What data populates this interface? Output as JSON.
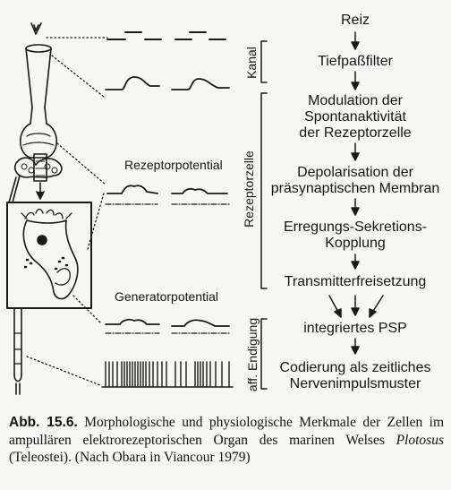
{
  "flowchart": {
    "steps": [
      "Reiz",
      "Tiefpaßfilter",
      "Modulation der\nSpontanaktivität\nder Rezeptorzelle",
      "Depolarisation der\npräsynaptischen Membran",
      "Erregungs-Sekretions-\nKopplung",
      "Transmitterfreisetzung",
      "integriertes PSP",
      "Codierung als zeitliches\nNervenimpulsmuster"
    ]
  },
  "side_labels": {
    "kanal": "Kanal",
    "rezeptorzelle": "Rezeptorzelle",
    "endigung": "aff. Endigung"
  },
  "trace_labels": {
    "rezeptorpotential": "Rezeptorpotential",
    "generatorpotential": "Generatorpotential"
  },
  "caption": {
    "label": "Abb. 15.6.",
    "text_before": " Morphologische und physiologische Merkmale der Zellen im ampullären elektrorezeptorischen Organ des marinen Welses ",
    "species": "Plotosus",
    "text_after": " (Teleostei). (Nach Obara in Viancour 1979)"
  }
}
